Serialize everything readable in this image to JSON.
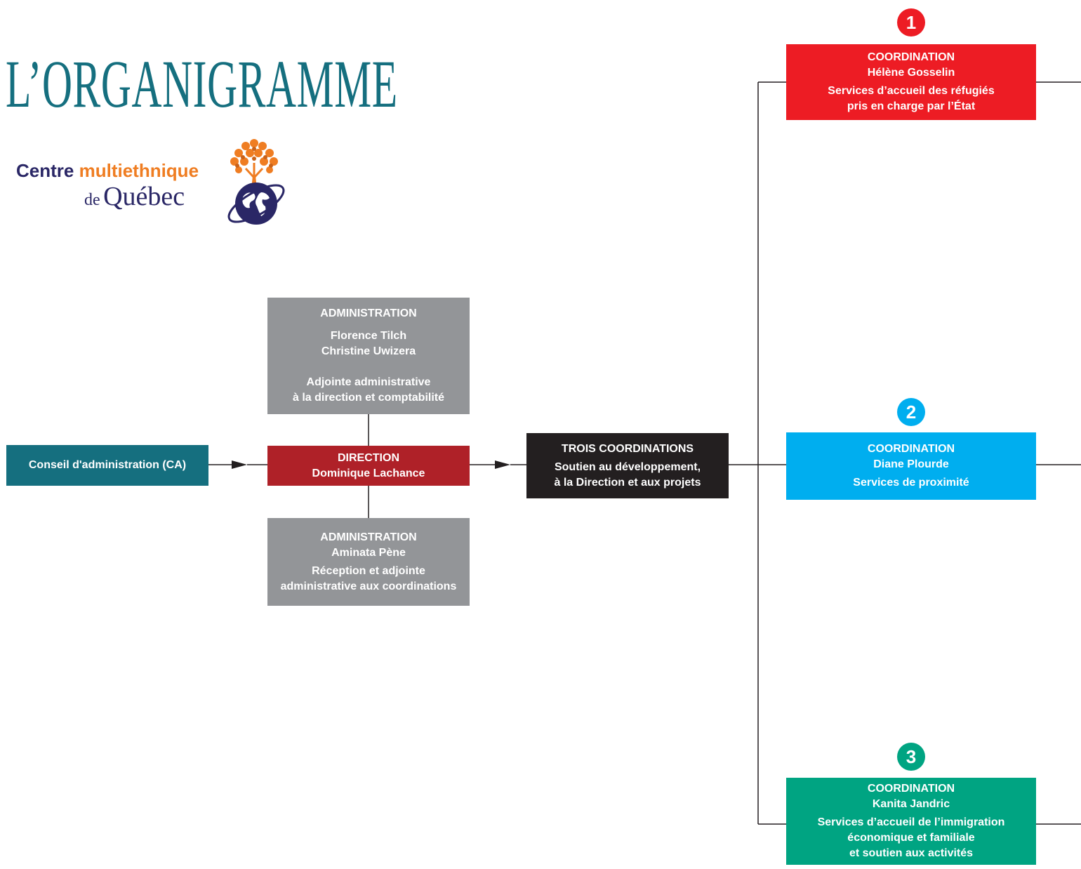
{
  "title": "L’ORGANIGRAMME",
  "logo": {
    "line1_a": "Centre",
    "line1_b": "multiethnique",
    "line2_a": "de",
    "line2_b": "Québec"
  },
  "ca": {
    "label": "Conseil d'administration (CA)"
  },
  "direction": {
    "heading": "DIRECTION",
    "name": "Dominique Lachance"
  },
  "admin_top": {
    "heading": "ADMINISTRATION",
    "name1": "Florence Tilch",
    "name2": "Christine Uwizera",
    "role1": "Adjointe administrative",
    "role2": "à la direction et comptabilité"
  },
  "admin_bottom": {
    "heading": "ADMINISTRATION",
    "name": "Aminata Pène",
    "role1": "Réception et adjointe",
    "role2": "administrative aux coordinations"
  },
  "trois": {
    "heading": "TROIS COORDINATIONS",
    "line1": "Soutien au développement,",
    "line2": "à la Direction et aux projets"
  },
  "coordinations": [
    {
      "number": "1",
      "heading": "COORDINATION",
      "name": "Hélène Gosselin",
      "line1": "Services d’accueil des réfugiés",
      "line2": "pris en charge par l’État",
      "color": "#ed1c24"
    },
    {
      "number": "2",
      "heading": "COORDINATION",
      "name": "Diane Plourde",
      "line1": "Services de proximité",
      "color": "#00aeef"
    },
    {
      "number": "3",
      "heading": "COORDINATION",
      "name": "Kanita Jandric",
      "line1": "Services d’accueil de l’immigration",
      "line2": "économique et familiale",
      "line3": "et soutien aux activités",
      "color": "#00a482"
    }
  ],
  "colors": {
    "title": "#156f7f",
    "ca": "#156f7f",
    "direction": "#af2128",
    "administration": "#939598",
    "trois": "#231f20"
  }
}
